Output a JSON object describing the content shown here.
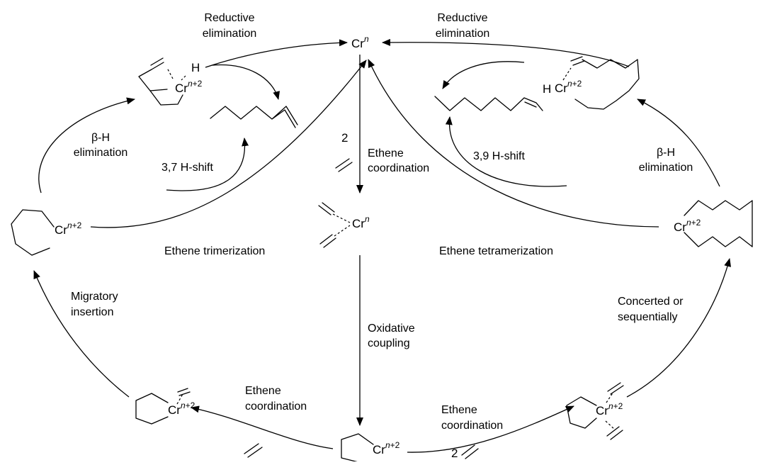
{
  "cr": {
    "symbol": "Cr",
    "n": "n",
    "n_plus_2": "n+2",
    "hydrogen": "H",
    "ethene_count": "2"
  },
  "labels": {
    "reductive_elimination_left": [
      "Reductive",
      "elimination"
    ],
    "reductive_elimination_right": [
      "Reductive",
      "elimination"
    ],
    "beta_h_left": [
      "β-H",
      "elimination"
    ],
    "beta_h_right": [
      "β-H",
      "elimination"
    ],
    "h_shift_37": "3,7 H-shift",
    "h_shift_39": "3,9 H-shift",
    "ethene_coordination_center": [
      "Ethene",
      "coordination"
    ],
    "ethene_trimerization": "Ethene trimerization",
    "ethene_tetramerization": "Ethene tetramerization",
    "migratory_insertion": [
      "Migratory",
      "insertion"
    ],
    "concerted": [
      "Concerted or",
      "sequentially"
    ],
    "oxidative_coupling": [
      "Oxidative",
      "coupling"
    ],
    "ethene_coordination_bottom_left": [
      "Ethene",
      "coordination"
    ],
    "ethene_coordination_bottom_right": [
      "Ethene",
      "coordination"
    ]
  }
}
